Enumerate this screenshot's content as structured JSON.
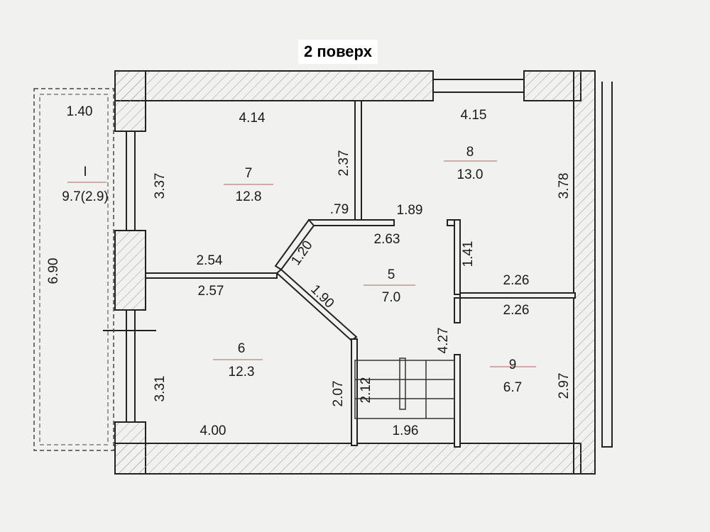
{
  "title": "2 поверх",
  "rooms": [
    {
      "number": "I",
      "area": "9.7(2.9)"
    },
    {
      "number": "7",
      "area": "12.8"
    },
    {
      "number": "8",
      "area": "13.0"
    },
    {
      "number": "5",
      "area": "7.0"
    },
    {
      "number": "6",
      "area": "12.3"
    },
    {
      "number": "9",
      "area": "6.7"
    }
  ],
  "dimensions": {
    "balcony_top": "1.40",
    "balcony_side": "6.90",
    "r7_top": "4.14",
    "r7_left": "3.37",
    "r7_right": "2.37",
    "r7_small": ".79",
    "r7_bottom": "2.54",
    "r8_top": "4.15",
    "r8_right": "3.78",
    "r5_top_a": "1.89",
    "r5_top_b": "2.63",
    "r5_diag_a": "1.20",
    "r5_diag_b": "1.90",
    "r5_right_a": "1.41",
    "r5_right_b": "4.27",
    "r6_top": "2.57",
    "r6_left": "3.31",
    "r6_bottom": "4.00",
    "r6_right": "2.07",
    "stair_side": "2.12",
    "stair_bottom": "1.96",
    "r9_top_a": "2.26",
    "r9_top_b": "2.26",
    "r9_right": "2.97"
  }
}
